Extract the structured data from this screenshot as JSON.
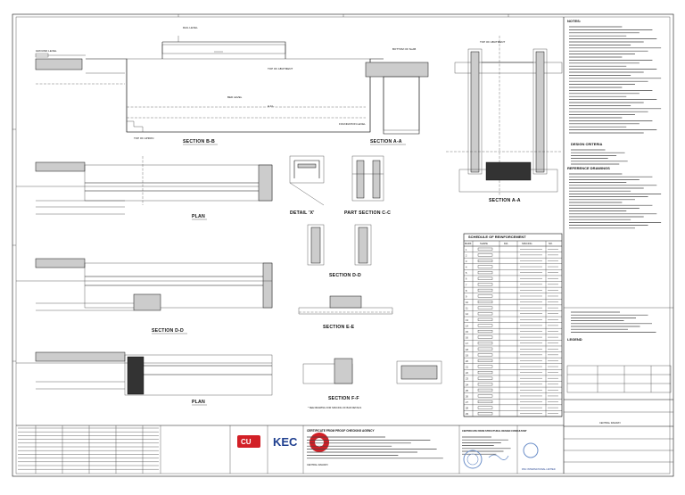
{
  "drawing": {
    "top_labels": {
      "rail_level": "RAIL LEVEL",
      "top_abutment": "TOP OF ABUTMENT",
      "bed_level": "BED LEVEL",
      "foundation_level": "FOUNDATION LEVEL",
      "ground_level": "GROUND LEVEL",
      "hfl": "H.F.L.",
      "bottom_of_slab": "BOTTOM OF SLAB",
      "top_of_apron": "TOP OF APRON"
    },
    "views": {
      "section_bb": "SECTION  B-B",
      "section_aa_1": "SECTION  A-A",
      "section_aa_2": "SECTION  A-A",
      "plan_1": "PLAN",
      "plan_2": "PLAN",
      "detail_x": "DETAIL  'X'",
      "part_section_cc": "PART SECTION  C-C",
      "section_dd_1": "SECTION  D-D",
      "section_dd_2": "SECTION  D-D",
      "section_ee": "SECTION  E-E",
      "section_ff": "SECTION  F-F",
      "scale_note": "(REINFORCEMENT DETAILS)",
      "note_star": "* SEE DRAWING FOR SPACING OF BAR DETAILS"
    },
    "schedule": {
      "title": "SCHEDULE  OF  REINFORCEMENT",
      "columns": [
        "MARK",
        "SHAPE",
        "DIA",
        "SPACING",
        "NO."
      ],
      "marks": [
        "1",
        "2",
        "3",
        "4",
        "5",
        "6",
        "7",
        "8",
        "9",
        "10",
        "11",
        "12",
        "13",
        "14",
        "15",
        "16",
        "17",
        "18",
        "19",
        "20",
        "21",
        "22",
        "23",
        "24",
        "25",
        "26",
        "27",
        "28",
        "29"
      ]
    },
    "notes_title": "NOTES:",
    "legend_title": "DESIGN CRITERIA",
    "references_title": "REFERENCE DRAWINGS",
    "legend2_title": "LEGEND",
    "title_block": {
      "proof_cert": "CERTIFICATE FROM PROOF CHECKING AGENCY",
      "struct_cert": "CERTIFICATE FROM STRUCTURAL DESIGN CONSULTANT",
      "railway": "CENTRAL RAILWAY",
      "client_logo": "KEC",
      "consultant_logo": "CU",
      "consultant_name": "RSC INTERNATIONAL LIMITED",
      "rail_logo_caption": "CENTRAL RAILWAY"
    }
  },
  "colors": {
    "line": "#111111",
    "cu_red": "#d21f26",
    "kec_blue": "#1f3f8f",
    "stamp_blue": "#6c8fc9"
  }
}
